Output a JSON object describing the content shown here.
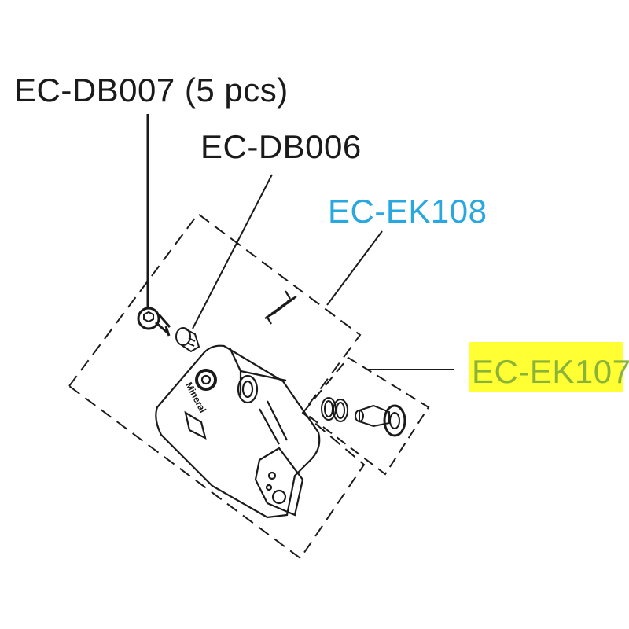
{
  "labels": {
    "screw": "EC-DB007 (5 pcs)",
    "plug": "EC-DB006",
    "spring_kit": "EC-EK108",
    "valve_kit": "EC-EK107"
  },
  "part_marking": "Mineral",
  "colors": {
    "link_blue": "#29a8e0",
    "highlight": "#ffff33",
    "highlight_text": "#8ab33a",
    "line": "#1a1a1a"
  }
}
